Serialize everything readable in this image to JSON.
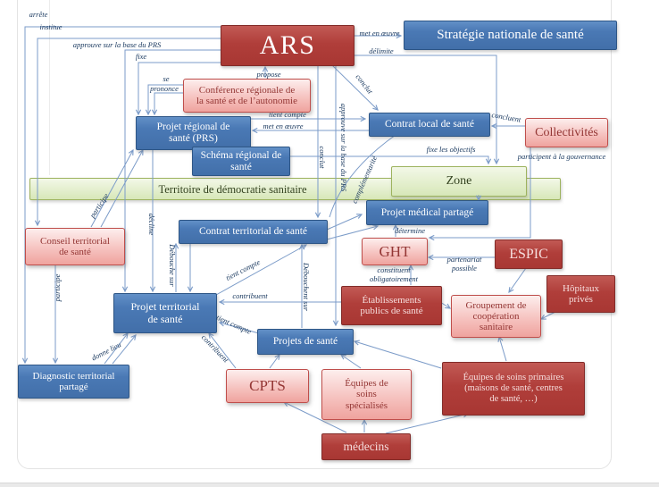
{
  "diagram": {
    "nodes": [
      {
        "id": "ars",
        "kind": "darkred",
        "label": "ARS"
      },
      {
        "id": "strategie",
        "kind": "blue",
        "label": "Stratégie nationale de santé"
      },
      {
        "id": "conference",
        "kind": "pink",
        "label": "Conférence régionale de\nla santé et de l’autonomie"
      },
      {
        "id": "prs",
        "kind": "blue",
        "label": "Projet régional de\nsanté (PRS)"
      },
      {
        "id": "schema",
        "kind": "blue",
        "label": "Schéma régional de\nsanté"
      },
      {
        "id": "contrat_local",
        "kind": "blue",
        "label": "Contrat local de santé"
      },
      {
        "id": "collectivites",
        "kind": "pink",
        "label": "Collectivités"
      },
      {
        "id": "territoire",
        "kind": "green",
        "label": "Territoire de démocratie sanitaire"
      },
      {
        "id": "zone",
        "kind": "green",
        "label": "Zone"
      },
      {
        "id": "pmp",
        "kind": "blue",
        "label": "Projet médical partagé"
      },
      {
        "id": "conseil",
        "kind": "pink",
        "label": "Conseil territorial\nde santé"
      },
      {
        "id": "contrat_terr",
        "kind": "blue",
        "label": "Contrat territorial de santé"
      },
      {
        "id": "ght",
        "kind": "pink",
        "label": "GHT"
      },
      {
        "id": "espic",
        "kind": "darkred",
        "label": "ESPIC"
      },
      {
        "id": "hopitaux",
        "kind": "darkred",
        "label": "Hôpitaux\nprivés"
      },
      {
        "id": "etablissements",
        "kind": "darkred",
        "label": "Établissements\npublics de santé"
      },
      {
        "id": "groupement",
        "kind": "pink",
        "label": "Groupement de\ncoopération\nsanitaire"
      },
      {
        "id": "pts",
        "kind": "blue",
        "label": "Projet territorial\nde santé"
      },
      {
        "id": "diagnostic",
        "kind": "blue",
        "label": "Diagnostic territorial\npartagé"
      },
      {
        "id": "projets",
        "kind": "blue",
        "label": "Projets de santé"
      },
      {
        "id": "cpts",
        "kind": "pink",
        "label": "CPTS"
      },
      {
        "id": "equipes_spec",
        "kind": "pink",
        "label": "Équipes de\nsoins\nspécialisés"
      },
      {
        "id": "equipes_prim",
        "kind": "darkred",
        "label": "Équipes de soins primaires\n(maisons de santé, centres\nde santé, …)"
      },
      {
        "id": "medecins",
        "kind": "darkred",
        "label": "médecins"
      }
    ],
    "edge_labels": [
      {
        "id": "arrete",
        "text": "arrête"
      },
      {
        "id": "institue",
        "text": "institue"
      },
      {
        "id": "approuve_left",
        "text": "approuve sur la base du PRS"
      },
      {
        "id": "fixe",
        "text": "fixe"
      },
      {
        "id": "se",
        "text": "se"
      },
      {
        "id": "prononce",
        "text": "prononce"
      },
      {
        "id": "propose",
        "text": "propose"
      },
      {
        "id": "met_en_oeuvre_strat",
        "text": "met en œuvre"
      },
      {
        "id": "delimite",
        "text": "délimite"
      },
      {
        "id": "conclut_diag",
        "text": "conclut"
      },
      {
        "id": "tient_compte_prs",
        "text": "tient compte"
      },
      {
        "id": "met_en_oeuvre_prs",
        "text": "met en œuvre"
      },
      {
        "id": "concluent",
        "text": "concluent"
      },
      {
        "id": "fixe_objectifs",
        "text": "fixe les objectifs"
      },
      {
        "id": "participent",
        "text": "participent à la gouvernance"
      },
      {
        "id": "complementarite",
        "text": "complémentarité"
      },
      {
        "id": "conclut_vert",
        "text": "conclut"
      },
      {
        "id": "approuve_vert",
        "text": "approuve sur la base du PRS"
      },
      {
        "id": "participe_diag",
        "text": "participe"
      },
      {
        "id": "decline",
        "text": "décline"
      },
      {
        "id": "debouche_sur",
        "text": "Débouche sur"
      },
      {
        "id": "tient_compte_ct",
        "text": "tient compte"
      },
      {
        "id": "contribuent_etab",
        "text": "contribuent"
      },
      {
        "id": "debouchent_sur",
        "text": "Débouchent sur"
      },
      {
        "id": "determine",
        "text": "détermine"
      },
      {
        "id": "constituent",
        "text": "constituent\nobligatoirement"
      },
      {
        "id": "partenariat",
        "text": "partenariat\npossible"
      },
      {
        "id": "participe_vert",
        "text": "participe"
      },
      {
        "id": "tient_compte_pts",
        "text": "tient compte"
      },
      {
        "id": "contribuent_cpts",
        "text": "contribuent"
      },
      {
        "id": "donne_lieu",
        "text": "donne lieu"
      }
    ],
    "line_color": "#7b9bc8",
    "label_color": "#1b3a60"
  }
}
